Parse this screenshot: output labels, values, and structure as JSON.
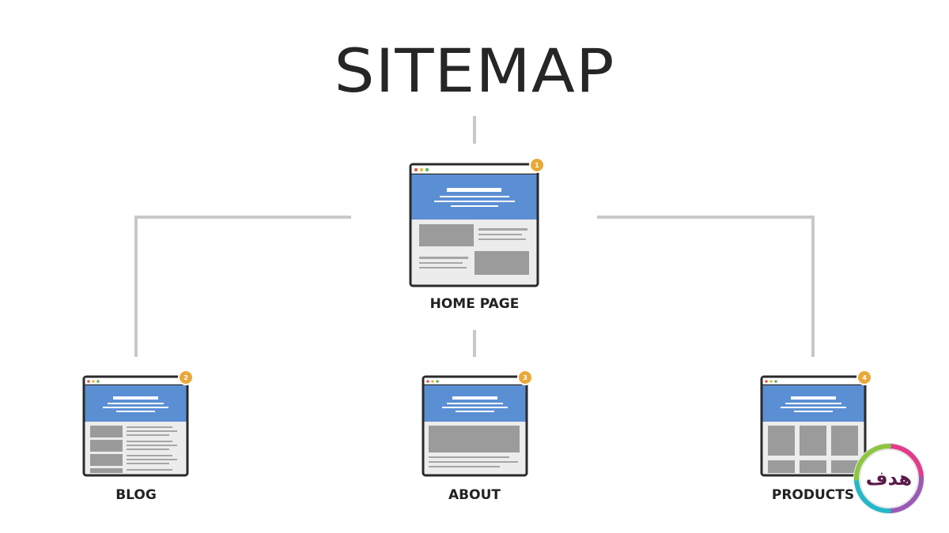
{
  "title": "SITEMAP",
  "nodes": [
    {
      "id": "home",
      "label": "HOME PAGE",
      "badge": "1",
      "layout": "home"
    },
    {
      "id": "blog",
      "label": "BLOG",
      "badge": "2",
      "layout": "blog"
    },
    {
      "id": "about",
      "label": "ABOUT",
      "badge": "3",
      "layout": "about"
    },
    {
      "id": "products",
      "label": "PRODUCTS",
      "badge": "4",
      "layout": "products"
    }
  ],
  "edges": [
    {
      "from": "home",
      "to": "blog"
    },
    {
      "from": "home",
      "to": "about"
    },
    {
      "from": "home",
      "to": "products"
    }
  ],
  "logo": {
    "text": "هدف"
  },
  "colors": {
    "header_blue": "#5b8fd4",
    "badge": "#e8a93a",
    "connector": "#c8c8c8",
    "frame": "#2a2a2a",
    "content_bg": "#ececec",
    "placeholder": "#9b9b9b",
    "text_lines": "#a6a6a6",
    "dot_red": "#e05a4e",
    "dot_yellow": "#e8b83a",
    "dot_green": "#5cb85c"
  }
}
